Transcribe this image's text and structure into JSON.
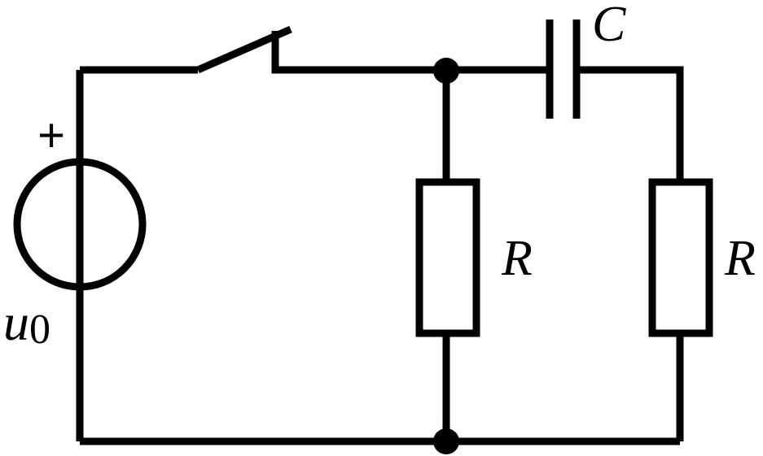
{
  "labels": {
    "source_plus": "+",
    "source_symbol": "u",
    "source_subscript": "0",
    "capacitor": "C",
    "resistor_left": "R",
    "resistor_right": "R"
  },
  "colors": {
    "stroke": "#000000",
    "background": "#ffffff"
  }
}
